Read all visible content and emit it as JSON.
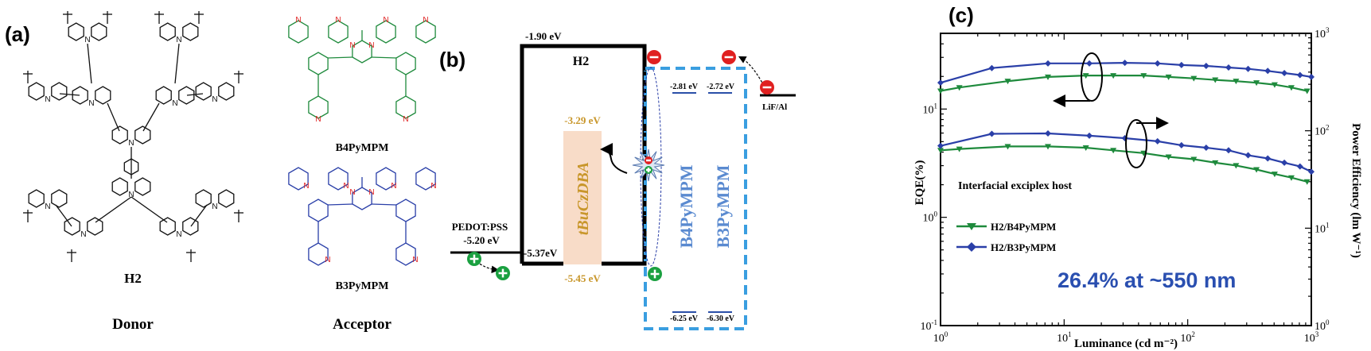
{
  "panel_a": {
    "label": "(a)",
    "donor_name": "H2",
    "donor_caption": "Donor",
    "acceptor1_name": "B4PyMPM",
    "acceptor2_name": "B3PyMPM",
    "acceptor_caption": "Acceptor",
    "atom_n": "N",
    "colors": {
      "donor": "#111111",
      "b4": "#1e8a3c",
      "b3": "#2a3fa8",
      "nitrogen": "#e02020"
    }
  },
  "panel_b": {
    "label": "(b)",
    "h2_label": "H2",
    "h2_lumo": "-1.90 eV",
    "h2_homo": "-5.37eV",
    "pedot_label": "PEDOT:PSS",
    "pedot_level": "-5.20 eV",
    "emitter_label": "tBuCzDBA",
    "emitter_lumo": "-3.29 eV",
    "emitter_homo": "-5.45 eV",
    "b4_label": "B4PyMPM",
    "b3_label": "B3PyMPM",
    "b4_lumo": "-2.81 eV",
    "b3_lumo": "-2.72 eV",
    "b4_homo": "-6.25 eV",
    "b3_homo": "-6.30 eV",
    "cathode_label": "LiF/Al",
    "colors": {
      "emitter_fill": "#f8dcc8",
      "emitter_text": "#c8962a",
      "acceptor": "#3a8fd8",
      "acceptor_text": "#5a8ad0",
      "electron": "#e02020",
      "hole": "#1aa040"
    }
  },
  "chart_data": {
    "type": "line",
    "panel_label": "(c)",
    "xlabel": "Luminance (cd m⁻²)",
    "ylabel": "EQE(%)",
    "y2label": "Power Efficiency (lm W⁻¹)",
    "xscale": "log",
    "yscale": "log",
    "xlim": [
      1,
      1000
    ],
    "ylim": [
      0.1,
      50
    ],
    "y2lim": [
      1,
      1000
    ],
    "x_ticks": [
      {
        "base": "10",
        "exp": "0"
      },
      {
        "base": "10",
        "exp": "1"
      },
      {
        "base": "10",
        "exp": "2"
      },
      {
        "base": "10",
        "exp": "3"
      }
    ],
    "y_ticks": [
      {
        "base": "10",
        "exp": "-1"
      },
      {
        "base": "10",
        "exp": "0"
      },
      {
        "base": "10",
        "exp": "1"
      }
    ],
    "y2_ticks": [
      {
        "base": "10",
        "exp": "0"
      },
      {
        "base": "10",
        "exp": "1"
      },
      {
        "base": "10",
        "exp": "2"
      },
      {
        "base": "10",
        "exp": "3"
      }
    ],
    "annotation": "Interfacial exciplex host",
    "highlight": "26.4% at ~550 nm",
    "highlight_color": "#2a4fb0",
    "legend_placement": "lower-left",
    "series": [
      {
        "name": "H2/B4PyMPM",
        "color": "#1e8a3c",
        "marker": "triangle-down",
        "axis": "left",
        "metric": "EQE",
        "x": [
          1,
          1.42,
          3.5,
          7.4,
          15,
          25,
          44,
          70,
          112,
          167,
          246,
          360,
          505,
          690,
          925
        ],
        "y": [
          14.7,
          15.8,
          18.1,
          19.8,
          20.4,
          20.4,
          20.4,
          19.8,
          19.2,
          18.6,
          18.1,
          17.5,
          16.8,
          15.8,
          14.7
        ]
      },
      {
        "name": "H2/B3PyMPM",
        "color": "#2a3fa8",
        "marker": "diamond",
        "axis": "left",
        "metric": "EQE",
        "x": [
          1,
          2.6,
          7.4,
          16,
          31,
          57,
          89,
          141,
          214,
          308,
          444,
          605,
          810,
          1000
        ],
        "y": [
          17.5,
          23.9,
          26.4,
          26.4,
          26.7,
          26.4,
          25.5,
          25.0,
          24.2,
          23.5,
          22.5,
          21.5,
          20.6,
          19.8
        ]
      },
      {
        "name": "H2/B4PyMPM",
        "color": "#1e8a3c",
        "marker": "triangle-down",
        "axis": "right",
        "metric": "PE",
        "x": [
          1,
          1.42,
          3.5,
          7.4,
          15,
          25,
          44,
          70,
          112,
          167,
          246,
          360,
          505,
          690,
          925
        ],
        "y": [
          63,
          65,
          69,
          69,
          67,
          63,
          59,
          54,
          51,
          47,
          44,
          40,
          36,
          33,
          30
        ]
      },
      {
        "name": "H2/B3PyMPM",
        "color": "#2a3fa8",
        "marker": "diamond",
        "axis": "right",
        "metric": "PE",
        "x": [
          1,
          2.6,
          7.4,
          16,
          31,
          57,
          89,
          141,
          214,
          308,
          444,
          605,
          810,
          1000
        ],
        "y": [
          70,
          93,
          94,
          89,
          84,
          78,
          71,
          67,
          63,
          56,
          52,
          47,
          43,
          38
        ]
      }
    ]
  }
}
